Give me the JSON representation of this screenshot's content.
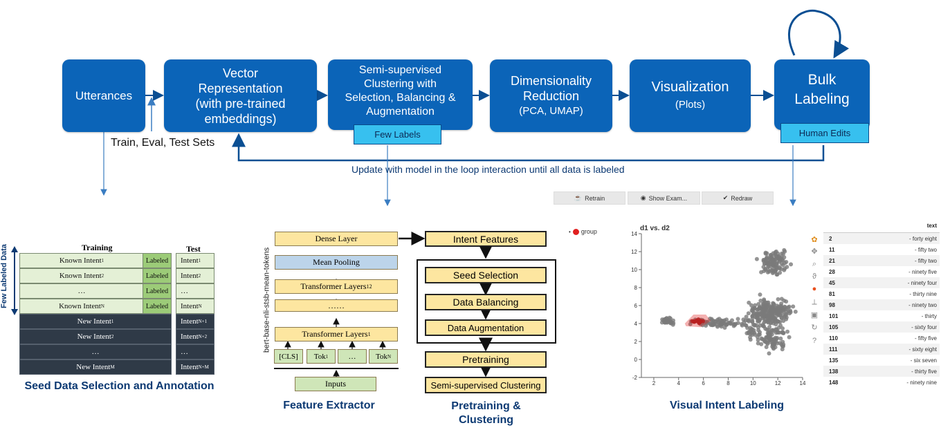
{
  "pipeline": {
    "utterances": "Utterances",
    "vector": [
      "Vector",
      "Representation",
      "(with pre-trained",
      "embeddings)"
    ],
    "clustering": [
      "Semi-supervised",
      "Clustering with",
      "Selection, Balancing &",
      "Augmentation"
    ],
    "dimred": [
      "Dimensionality",
      "Reduction"
    ],
    "dimred_sub": "(PCA, UMAP)",
    "visualization": "Visualization",
    "visualization_sub": "(Plots)",
    "bulk": [
      "Bulk",
      "Labeling"
    ],
    "few_labels": "Few Labels",
    "human_edits": "Human Edits",
    "train_sets": "Train, Eval, Test Sets",
    "loop_text": "Update with model in the loop interaction until all data is labeled",
    "stage_color": "#0b64b8",
    "tag_color": "#37c0ef"
  },
  "seed": {
    "vertical_label": "Few Labeled Data",
    "training_header": "Training",
    "test_header": "Test",
    "known_rows": [
      {
        "name": "Known Intent",
        "sub": "1",
        "status": "Labeled",
        "test": "Intent",
        "test_sub": "1"
      },
      {
        "name": "Known Intent",
        "sub": "2",
        "status": "Labeled",
        "test": "Intent",
        "test_sub": "2"
      },
      {
        "name": "…",
        "sub": "",
        "status": "Labeled",
        "test": "…",
        "test_sub": ""
      },
      {
        "name": "Known Intent",
        "sub": "N",
        "status": "Labeled",
        "test": "Intent",
        "test_sub": "N"
      }
    ],
    "new_rows": [
      {
        "name": "New Intent",
        "sub": "1",
        "test": "Intent",
        "test_sub": "N+1"
      },
      {
        "name": "New Intent",
        "sub": "2",
        "test": "Intent",
        "test_sub": "N+2"
      },
      {
        "name": "…",
        "sub": "",
        "test": "…",
        "test_sub": ""
      },
      {
        "name": "New Intent",
        "sub": "M",
        "test": "Intent",
        "test_sub": "N+M"
      }
    ],
    "caption": "Seed Data Selection and Annotation"
  },
  "feature": {
    "model_name": "bert-base-nli-stsb-mean-tokens",
    "dense": "Dense Layer",
    "mean_pooling": "Mean Pooling",
    "transformer_top": "Transformer Layers",
    "transformer_top_sub": "12",
    "dots": "……",
    "transformer_bottom": "Transformer Layers",
    "transformer_bottom_sub": "1",
    "tokens": [
      {
        "label": "[CLS]",
        "sub": ""
      },
      {
        "label": "Tok",
        "sub": "1"
      },
      {
        "label": "…",
        "sub": ""
      },
      {
        "label": "Tok",
        "sub": "N"
      }
    ],
    "inputs": "Inputs",
    "caption": "Feature Extractor"
  },
  "pretrain": {
    "intent_features": "Intent Features",
    "seed_selection": "Seed Selection",
    "data_balancing": "Data Balancing",
    "data_augmentation": "Data Augmentation",
    "pretraining": "Pretraining",
    "semi_clustering": "Semi-supervised Clustering",
    "caption": [
      "Pretraining &",
      "Clustering"
    ]
  },
  "visual": {
    "buttons": [
      {
        "label": "Retrain",
        "icon": "coffee-icon"
      },
      {
        "label": "Show Exam...",
        "icon": "eye-icon"
      },
      {
        "label": "Redraw",
        "icon": "check-icon"
      }
    ],
    "legend": "group",
    "plot_title": "d1 vs. d2",
    "x_ticks": [
      "2",
      "4",
      "6",
      "8",
      "10",
      "12",
      "14"
    ],
    "y_ticks": [
      "14",
      "12",
      "10",
      "8",
      "6",
      "4",
      "2",
      "0",
      "-2"
    ],
    "list_header": "text",
    "list": [
      {
        "id": "2",
        "text": "- forty eight"
      },
      {
        "id": "11",
        "text": "- fifty two"
      },
      {
        "id": "21",
        "text": "- fifty two"
      },
      {
        "id": "28",
        "text": "- ninety five"
      },
      {
        "id": "45",
        "text": "- ninety four"
      },
      {
        "id": "81",
        "text": "- thirty nine"
      },
      {
        "id": "98",
        "text": "- ninety two"
      },
      {
        "id": "101",
        "text": "- thirty"
      },
      {
        "id": "105",
        "text": "- sixty four"
      },
      {
        "id": "110",
        "text": "- fifty five"
      },
      {
        "id": "111",
        "text": "- sixty eight"
      },
      {
        "id": "135",
        "text": "- six seven"
      },
      {
        "id": "138",
        "text": "- thirty five"
      },
      {
        "id": "148",
        "text": "- ninety nine"
      }
    ],
    "caption": "Visual Intent Labeling",
    "point_color": "#7a7a7a",
    "highlight_color": "#e02020"
  }
}
